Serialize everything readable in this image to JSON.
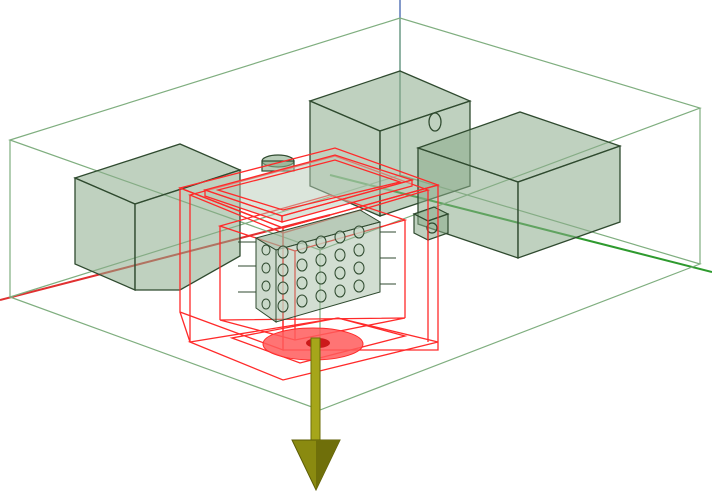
{
  "viewport": {
    "title": "",
    "background": "#ffffff"
  },
  "colors": {
    "x_axis": "#e03030",
    "y_axis": "#2e9a2e",
    "z_axis": "#5b78b8",
    "bounding_box": "#7fae7f",
    "component_fill": "#8aab8a",
    "component_edge": "#2f4a2f",
    "selection": "#ff2a2a",
    "force_arrow": "#8a8a10"
  },
  "scene": {
    "objects": [
      {
        "name": "left-block",
        "kind": "box"
      },
      {
        "name": "rear-block",
        "kind": "box"
      },
      {
        "name": "right-block",
        "kind": "box"
      },
      {
        "name": "center-housing",
        "kind": "box-selected"
      },
      {
        "name": "top-lid",
        "kind": "plate-selected"
      },
      {
        "name": "pin-array",
        "kind": "array"
      },
      {
        "name": "small-cube",
        "kind": "box"
      },
      {
        "name": "base-disc",
        "kind": "disc-selected"
      }
    ],
    "load_arrow": {
      "direction": "down",
      "icon": "force-arrow-icon"
    }
  }
}
